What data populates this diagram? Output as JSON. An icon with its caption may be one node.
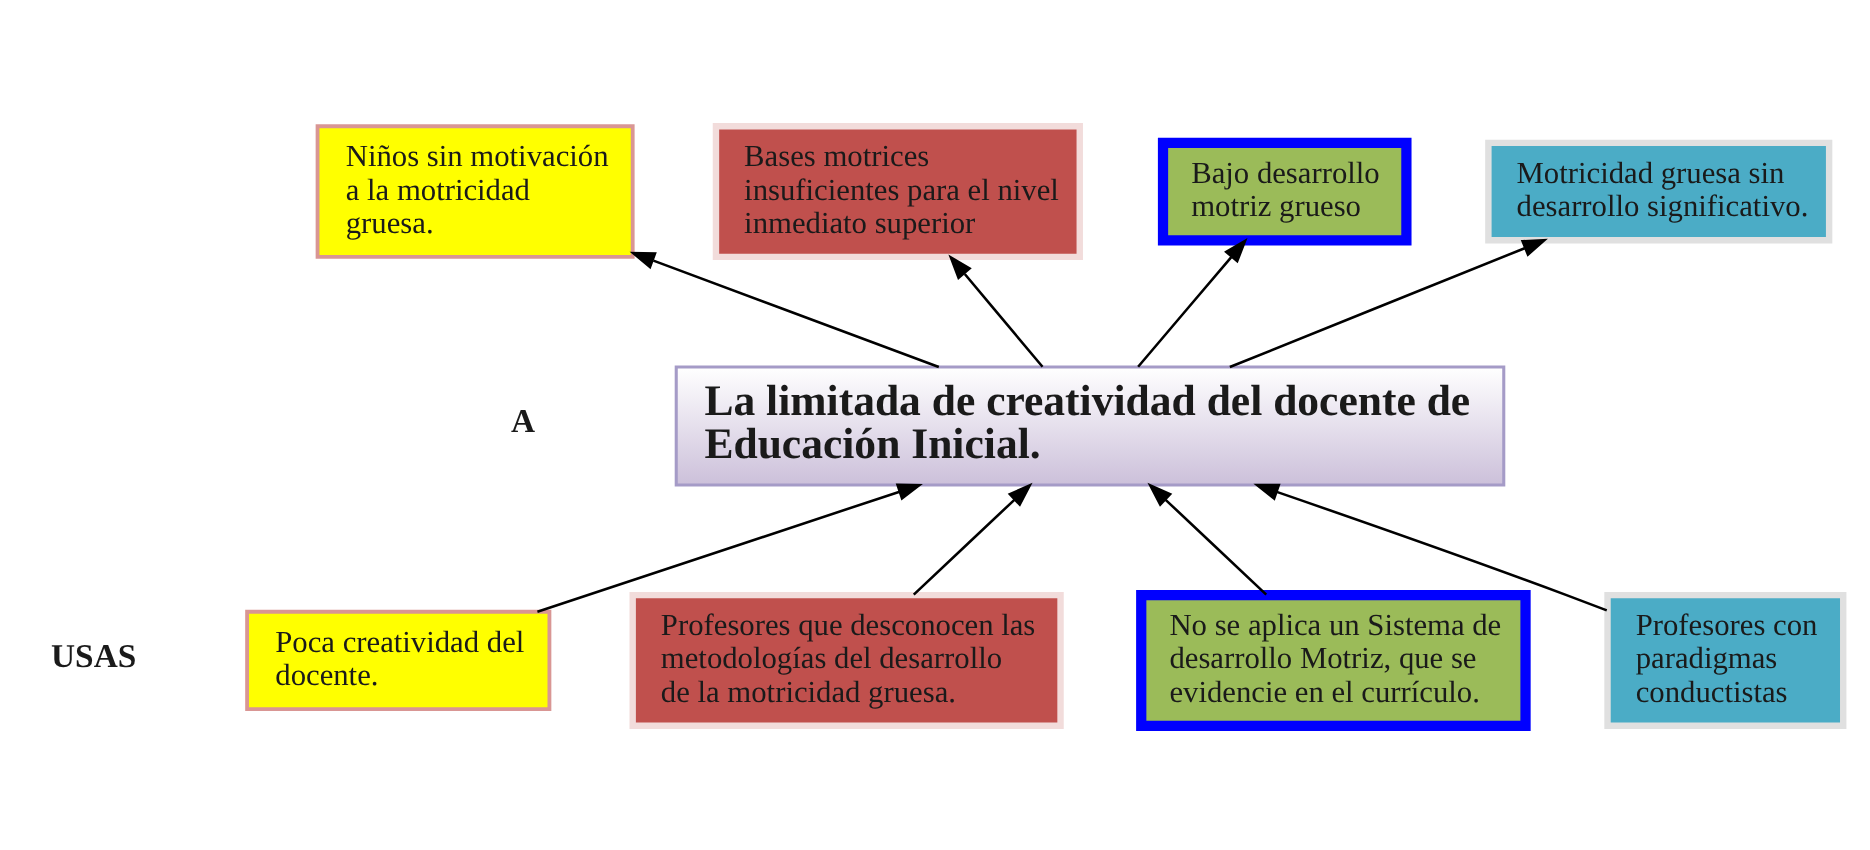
{
  "diagram": {
    "nodes": [
      {
        "text": [
          "Niños sin motivación a la motricidad gruesa."
        ]
      },
      {
        "text": [
          "Bases motrices insuficientes para el nivel inmediato superior"
        ]
      },
      {
        "text": [
          "Bajo desarrollo motriz grueso"
        ]
      },
      {
        "text": [
          "Motricidad gruesa sin desarrollo significativo."
        ]
      },
      {
        "text": [
          "La limitada de creatividad del docente de Educación Inicial."
        ]
      },
      {
        "text": [
          "Poca creatividad del docente."
        ]
      },
      {
        "text": [
          "Profesores que desconocen las metodologías del desarrollo de la motricidad gruesa."
        ]
      },
      {
        "text": [
          "No se aplica un Sistema de desarrollo Motriz, que se evidencie en el currículo."
        ]
      },
      {
        "text": [
          "Profesores con paradigmas conductistas"
        ]
      }
    ],
    "edges": [
      {
        "from": 4,
        "to": 0,
        "arrow": "to"
      },
      {
        "from": 4,
        "to": 1,
        "arrow": "to"
      },
      {
        "from": 4,
        "to": 2,
        "arrow": "to"
      },
      {
        "from": 4,
        "to": 3,
        "arrow": "to"
      },
      {
        "from": 5,
        "to": 4,
        "arrow": "to"
      },
      {
        "from": 6,
        "to": 4,
        "arrow": "to"
      },
      {
        "from": 7,
        "to": 4,
        "arrow": "to"
      },
      {
        "from": 8,
        "to": 4,
        "arrow": "to"
      }
    ],
    "labels": [
      "A",
      "USAS"
    ]
  }
}
